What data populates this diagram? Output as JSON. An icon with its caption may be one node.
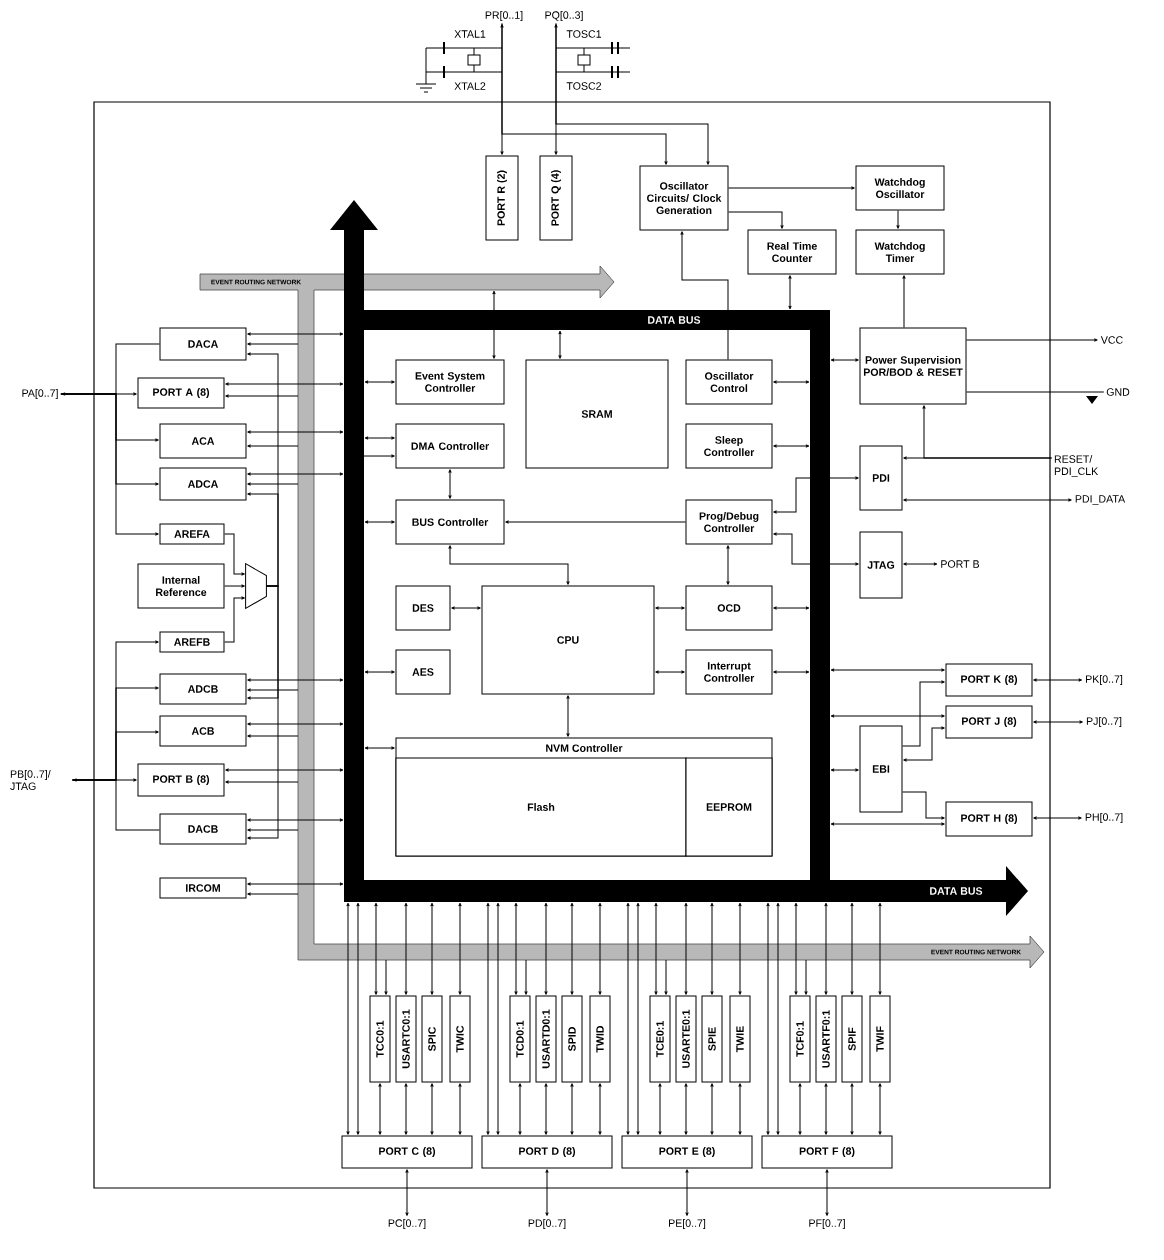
{
  "diagram": {
    "nodes": [
      {
        "text": [
          "PR[0..1]"
        ]
      },
      {
        "text": [
          "PQ[0..3]"
        ]
      },
      {
        "text": [
          "PORT R (2)"
        ]
      },
      {
        "text": [
          "PORT Q (4)"
        ]
      },
      {
        "text": [
          "Oscillator Circuits/ Clock Generation"
        ]
      },
      {
        "text": [
          "Watchdog Oscillator"
        ]
      },
      {
        "text": [
          "Real Time Counter"
        ]
      },
      {
        "text": [
          "Watchdog Timer"
        ]
      },
      {
        "text": [
          "Power Supervision POR/BOD & RESET"
        ]
      },
      {
        "text": [
          "VCC"
        ]
      },
      {
        "text": [
          "GND"
        ]
      },
      {
        "text": [
          "Event System Controller"
        ]
      },
      {
        "text": [
          "SRAM"
        ]
      },
      {
        "text": [
          "Oscillator Control"
        ]
      },
      {
        "text": [
          "DMA Controller"
        ]
      },
      {
        "text": [
          "Sleep Controller"
        ]
      },
      {
        "text": [
          "PDI"
        ]
      },
      {
        "text": [
          "RESET/ PDI_CLK"
        ]
      },
      {
        "text": [
          "PDI_DATA"
        ]
      },
      {
        "text": [
          "BUS Controller"
        ]
      },
      {
        "text": [
          "Prog/Debug Controller"
        ]
      },
      {
        "text": [
          "JTAG"
        ]
      },
      {
        "text": [
          "PORT B"
        ]
      },
      {
        "text": [
          "DES"
        ]
      },
      {
        "text": [
          "CPU"
        ]
      },
      {
        "text": [
          "OCD"
        ]
      },
      {
        "text": [
          "AES"
        ]
      },
      {
        "text": [
          "Interrupt Controller"
        ]
      },
      {
        "text": [
          "NVM Controller"
        ]
      },
      {
        "text": [
          "Flash"
        ],
        "in": 28
      },
      {
        "text": [
          "EEPROM"
        ],
        "in": 28
      },
      {
        "text": [
          "DACA"
        ]
      },
      {
        "text": [
          "PA[0..7]"
        ]
      },
      {
        "text": [
          "PORT A (8)"
        ]
      },
      {
        "text": [
          "ACA"
        ]
      },
      {
        "text": [
          "ADCA"
        ]
      },
      {
        "text": [
          "AREFA"
        ]
      },
      {
        "text": [
          "Internal Reference"
        ]
      },
      {
        "text": [
          "AREFB"
        ]
      },
      {
        "text": [
          "ADCB"
        ]
      },
      {
        "text": [
          "ACB"
        ]
      },
      {
        "text": [
          "PB[0..7]/ JTAG"
        ]
      },
      {
        "text": [
          "PORT B (8)"
        ]
      },
      {
        "text": [
          "DACB"
        ]
      },
      {
        "text": [
          "IRCOM"
        ]
      },
      {
        "text": [
          "PORT K (8)"
        ]
      },
      {
        "text": [
          "PK[0..7]"
        ]
      },
      {
        "text": [
          "PORT J (8)"
        ]
      },
      {
        "text": [
          "PJ[0..7]"
        ]
      },
      {
        "text": [
          "EBI"
        ]
      },
      {
        "text": [
          "PORT H (8)"
        ]
      },
      {
        "text": [
          "PH[0..7]"
        ]
      },
      {
        "text": [
          "TCC0:1"
        ]
      },
      {
        "text": [
          "USARTC0:1"
        ]
      },
      {
        "text": [
          "SPIC"
        ]
      },
      {
        "text": [
          "TWIC"
        ]
      },
      {
        "text": [
          "TCD0:1"
        ]
      },
      {
        "text": [
          "USARTD0:1"
        ]
      },
      {
        "text": [
          "SPID"
        ]
      },
      {
        "text": [
          "TWID"
        ]
      },
      {
        "text": [
          "TCE0:1"
        ]
      },
      {
        "text": [
          "USARTE0:1"
        ]
      },
      {
        "text": [
          "SPIE"
        ]
      },
      {
        "text": [
          "TWIE"
        ]
      },
      {
        "text": [
          "TCF0:1"
        ]
      },
      {
        "text": [
          "USARTF0:1"
        ]
      },
      {
        "text": [
          "SPIF"
        ]
      },
      {
        "text": [
          "TWIF"
        ]
      },
      {
        "text": [
          "PORT C (8)"
        ]
      },
      {
        "text": [
          "PORT D (8)"
        ]
      },
      {
        "text": [
          "PORT E (8)"
        ]
      },
      {
        "text": [
          "PORT F (8)"
        ]
      },
      {
        "text": [
          "PC[0..7]"
        ]
      },
      {
        "text": [
          "PD[0..7]"
        ]
      },
      {
        "text": [
          "PE[0..7]"
        ]
      },
      {
        "text": [
          "PF[0..7]"
        ]
      },
      {
        "text": [],
        "shape": "trapezoid"
      }
    ],
    "edges": [
      {
        "from": 2,
        "to": 0,
        "arrow": "both"
      },
      {
        "from": 3,
        "to": 1,
        "arrow": "both"
      },
      {
        "from": 0,
        "to": 4,
        "arrow": "to"
      },
      {
        "from": 1,
        "to": 4,
        "arrow": "to"
      },
      {
        "from": 4,
        "to": 5,
        "arrow": "to"
      },
      {
        "from": 4,
        "to": 6,
        "arrow": "to"
      },
      {
        "from": 5,
        "to": 7,
        "arrow": "to"
      },
      {
        "from": 8,
        "to": 7,
        "arrow": "to"
      },
      {
        "from": 6,
        "to": null,
        "arrow": "both"
      },
      {
        "from": 13,
        "to": 4,
        "arrow": "to"
      },
      {
        "from": 8,
        "to": 9,
        "arrow": "to"
      },
      {
        "from": 8,
        "to": 10,
        "arrow": "none"
      },
      {
        "from": 17,
        "to": 16,
        "arrow": "to"
      },
      {
        "from": 17,
        "to": 8,
        "arrow": "to"
      },
      {
        "from": 16,
        "to": 18,
        "arrow": "both"
      },
      {
        "from": 20,
        "to": 16,
        "arrow": "both"
      },
      {
        "from": 20,
        "to": 21,
        "arrow": "both"
      },
      {
        "from": 21,
        "to": 22,
        "arrow": "both"
      },
      {
        "from": 8,
        "to": null,
        "arrow": "both"
      },
      {
        "from": 11,
        "to": null,
        "arrow": "both"
      },
      {
        "from": 11,
        "to": null,
        "arrow": "both"
      },
      {
        "from": 12,
        "to": null,
        "arrow": "both"
      },
      {
        "from": 13,
        "to": null,
        "arrow": "both"
      },
      {
        "from": 14,
        "to": null,
        "arrow": "both"
      },
      {
        "from": null,
        "to": 14,
        "arrow": "to"
      },
      {
        "from": 15,
        "to": null,
        "arrow": "both"
      },
      {
        "from": 14,
        "to": 19,
        "arrow": "both"
      },
      {
        "from": 19,
        "to": null,
        "arrow": "both"
      },
      {
        "from": 20,
        "to": 19,
        "arrow": "to"
      },
      {
        "from": 19,
        "to": 24,
        "arrow": "both"
      },
      {
        "from": 20,
        "to": 25,
        "arrow": "both"
      },
      {
        "from": 23,
        "to": 24,
        "arrow": "both"
      },
      {
        "from": 25,
        "to": 24,
        "arrow": "both"
      },
      {
        "from": 25,
        "to": null,
        "arrow": "both"
      },
      {
        "from": 26,
        "to": null,
        "arrow": "both"
      },
      {
        "from": 27,
        "to": 24,
        "arrow": "both"
      },
      {
        "from": 27,
        "to": null,
        "arrow": "both"
      },
      {
        "from": 24,
        "to": 28,
        "arrow": "both"
      },
      {
        "from": 28,
        "to": null,
        "arrow": "both"
      },
      {
        "from": 45,
        "to": null,
        "arrow": "both"
      },
      {
        "from": 47,
        "to": null,
        "arrow": "both"
      },
      {
        "from": 49,
        "to": null,
        "arrow": "both"
      },
      {
        "from": 50,
        "to": null,
        "arrow": "both"
      },
      {
        "from": 49,
        "to": 45,
        "arrow": "to"
      },
      {
        "from": 49,
        "to": 47,
        "arrow": "both"
      },
      {
        "from": 49,
        "to": 50,
        "arrow": "to"
      },
      {
        "from": 45,
        "to": 46,
        "arrow": "both"
      },
      {
        "from": 47,
        "to": 48,
        "arrow": "both"
      },
      {
        "from": 50,
        "to": 51,
        "arrow": "both"
      },
      {
        "from": 32,
        "to": 33,
        "arrow": "both"
      },
      {
        "from": 32,
        "to": 34,
        "arrow": "to"
      },
      {
        "from": 32,
        "to": 35,
        "arrow": "to"
      },
      {
        "from": 32,
        "to": 36,
        "arrow": "to"
      },
      {
        "from": 31,
        "to": 32,
        "arrow": "none"
      },
      {
        "from": 41,
        "to": 42,
        "arrow": "both"
      },
      {
        "from": 41,
        "to": 38,
        "arrow": "to"
      },
      {
        "from": 41,
        "to": 39,
        "arrow": "to"
      },
      {
        "from": 41,
        "to": 40,
        "arrow": "to"
      },
      {
        "from": 43,
        "to": 41,
        "arrow": "none"
      },
      {
        "from": 36,
        "to": 76,
        "arrow": "to"
      },
      {
        "from": 37,
        "to": 76,
        "arrow": "to"
      },
      {
        "from": 38,
        "to": 76,
        "arrow": "to"
      },
      {
        "from": 76,
        "to": 31,
        "arrow": "to"
      },
      {
        "from": 76,
        "to": 35,
        "arrow": "to"
      },
      {
        "from": 76,
        "to": 39,
        "arrow": "to"
      },
      {
        "from": 76,
        "to": 43,
        "arrow": "to"
      },
      {
        "from": 31,
        "to": null,
        "arrow": "both"
      },
      {
        "from": null,
        "to": 31,
        "arrow": "to"
      },
      {
        "from": 33,
        "to": null,
        "arrow": "both"
      },
      {
        "from": null,
        "to": 33,
        "arrow": "to"
      },
      {
        "from": 34,
        "to": null,
        "arrow": "both"
      },
      {
        "from": null,
        "to": 34,
        "arrow": "to"
      },
      {
        "from": 35,
        "to": null,
        "arrow": "both"
      },
      {
        "from": null,
        "to": 35,
        "arrow": "to"
      },
      {
        "from": 39,
        "to": null,
        "arrow": "both"
      },
      {
        "from": null,
        "to": 39,
        "arrow": "to"
      },
      {
        "from": 40,
        "to": null,
        "arrow": "both"
      },
      {
        "from": null,
        "to": 40,
        "arrow": "to"
      },
      {
        "from": 42,
        "to": null,
        "arrow": "both"
      },
      {
        "from": null,
        "to": 42,
        "arrow": "to"
      },
      {
        "from": 43,
        "to": null,
        "arrow": "both"
      },
      {
        "from": null,
        "to": 43,
        "arrow": "to"
      },
      {
        "from": 44,
        "to": null,
        "arrow": "both"
      },
      {
        "from": null,
        "to": 44,
        "arrow": "to"
      },
      {
        "from": 68,
        "to": null,
        "arrow": "both"
      },
      {
        "from": 68,
        "to": null,
        "arrow": "both"
      },
      {
        "from": 52,
        "to": null,
        "arrow": "both"
      },
      {
        "from": null,
        "to": 52,
        "arrow": "to"
      },
      {
        "from": 53,
        "to": null,
        "arrow": "both"
      },
      {
        "from": 54,
        "to": null,
        "arrow": "both"
      },
      {
        "from": 55,
        "to": null,
        "arrow": "both"
      },
      {
        "from": 52,
        "to": 68,
        "arrow": "both"
      },
      {
        "from": 53,
        "to": 68,
        "arrow": "both"
      },
      {
        "from": 54,
        "to": 68,
        "arrow": "both"
      },
      {
        "from": 55,
        "to": 68,
        "arrow": "both"
      },
      {
        "from": 68,
        "to": 72,
        "arrow": "both"
      },
      {
        "from": 69,
        "to": null,
        "arrow": "both"
      },
      {
        "from": 69,
        "to": null,
        "arrow": "both"
      },
      {
        "from": 56,
        "to": null,
        "arrow": "both"
      },
      {
        "from": null,
        "to": 56,
        "arrow": "to"
      },
      {
        "from": 57,
        "to": null,
        "arrow": "both"
      },
      {
        "from": 58,
        "to": null,
        "arrow": "both"
      },
      {
        "from": 59,
        "to": null,
        "arrow": "both"
      },
      {
        "from": 56,
        "to": 69,
        "arrow": "both"
      },
      {
        "from": 57,
        "to": 69,
        "arrow": "both"
      },
      {
        "from": 58,
        "to": 69,
        "arrow": "both"
      },
      {
        "from": 59,
        "to": 69,
        "arrow": "both"
      },
      {
        "from": 69,
        "to": 73,
        "arrow": "both"
      },
      {
        "from": 70,
        "to": null,
        "arrow": "both"
      },
      {
        "from": 70,
        "to": null,
        "arrow": "both"
      },
      {
        "from": 60,
        "to": null,
        "arrow": "both"
      },
      {
        "from": null,
        "to": 60,
        "arrow": "to"
      },
      {
        "from": 61,
        "to": null,
        "arrow": "both"
      },
      {
        "from": 62,
        "to": null,
        "arrow": "both"
      },
      {
        "from": 63,
        "to": null,
        "arrow": "both"
      },
      {
        "from": 60,
        "to": 70,
        "arrow": "both"
      },
      {
        "from": 61,
        "to": 70,
        "arrow": "both"
      },
      {
        "from": 62,
        "to": 70,
        "arrow": "both"
      },
      {
        "from": 63,
        "to": 70,
        "arrow": "both"
      },
      {
        "from": 70,
        "to": 74,
        "arrow": "both"
      },
      {
        "from": 71,
        "to": null,
        "arrow": "both"
      },
      {
        "from": 71,
        "to": null,
        "arrow": "both"
      },
      {
        "from": 64,
        "to": null,
        "arrow": "both"
      },
      {
        "from": null,
        "to": 64,
        "arrow": "to"
      },
      {
        "from": 65,
        "to": null,
        "arrow": "both"
      },
      {
        "from": 66,
        "to": null,
        "arrow": "both"
      },
      {
        "from": 67,
        "to": null,
        "arrow": "both"
      },
      {
        "from": 64,
        "to": 71,
        "arrow": "both"
      },
      {
        "from": 65,
        "to": 71,
        "arrow": "both"
      },
      {
        "from": 66,
        "to": 71,
        "arrow": "both"
      },
      {
        "from": 67,
        "to": 71,
        "arrow": "both"
      },
      {
        "from": 71,
        "to": 75,
        "arrow": "both"
      }
    ],
    "labels": [
      "XTAL1",
      "TOSC1",
      "XTAL2",
      "TOSC2",
      "EVENT ROUTING NETWORK",
      "DATA BUS",
      "DATA BUS",
      "EVENT ROUTING NETWORK"
    ]
  }
}
